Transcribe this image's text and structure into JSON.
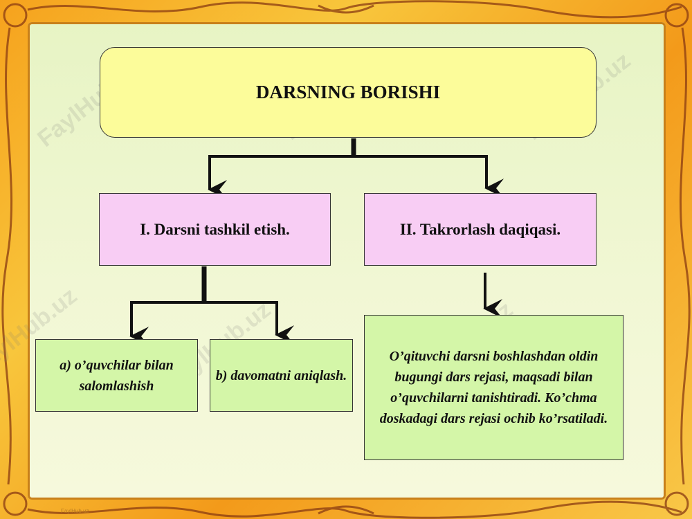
{
  "diagram": {
    "title": "DARSNING BORISHI",
    "nodes": [
      {
        "id": "n1",
        "label": "I. Darsni tashkil etish."
      },
      {
        "id": "n2",
        "label": "II. Takrorlash daqiqasi."
      }
    ],
    "sub_nodes": [
      {
        "id": "a",
        "parent": "n1",
        "label": "a) o’quvchilar bilan salomlashish"
      },
      {
        "id": "b",
        "parent": "n1",
        "label": "b) davomatni aniqlash."
      }
    ],
    "description": {
      "parent": "n2",
      "text": "O’qituvchi darsni boshlashdan oldin bugungi dars rejasi, maqsadi bilan o’quvchilarni tanishtiradi. Ko’chma doskadagi dars rejasi ochib ko’rsatiladi."
    }
  },
  "watermark": "FaylHub.uz",
  "footer_text": "FaylHub.uz"
}
